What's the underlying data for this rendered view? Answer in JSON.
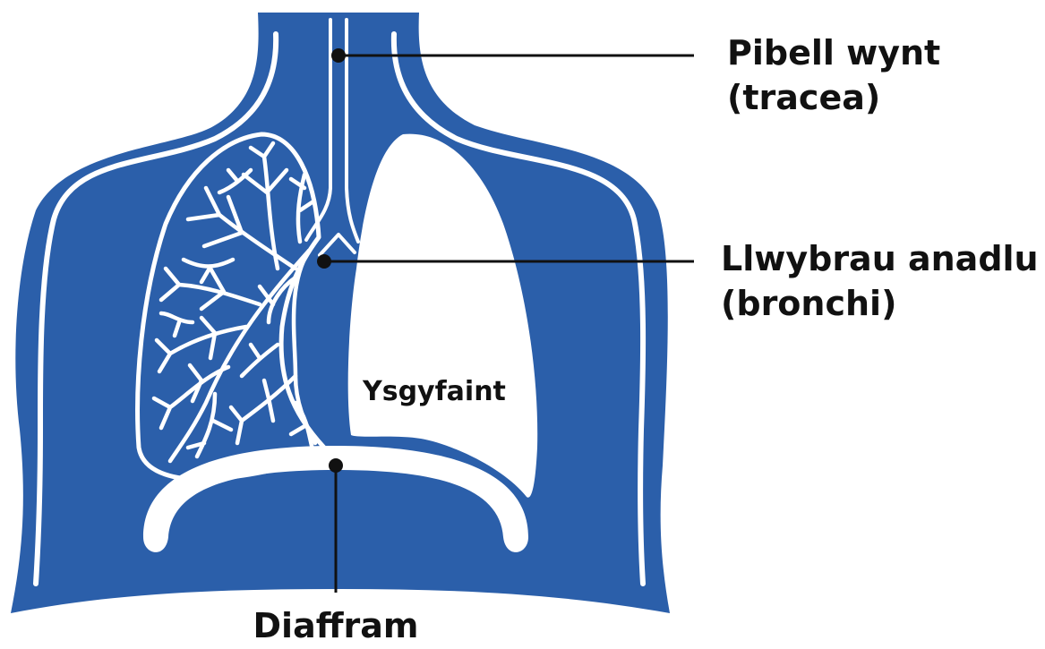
{
  "labels": {
    "trachea_line1": "Pibell wynt",
    "trachea_line2": "(tracea)",
    "bronchi_line1": "Llwybrau anadlu",
    "bronchi_line2": "(bronchi)",
    "lungs": "Ysgyfaint",
    "diaphragm": "Diaffram"
  },
  "colors": {
    "body": "#2b5faa",
    "highlight": "#ffffff",
    "text": "#111111"
  }
}
